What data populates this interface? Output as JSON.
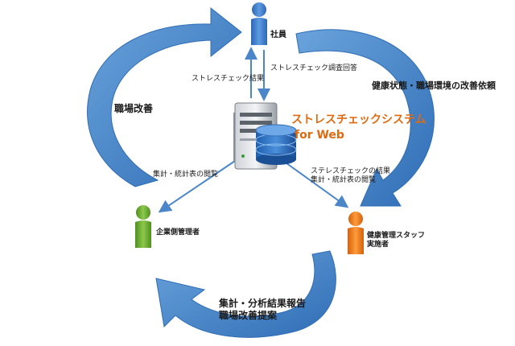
{
  "actors": {
    "employee": "社員",
    "company_manager": "企業側管理者",
    "health_staff_line1": "健康管理スタッフ",
    "health_staff_line2": "実施者"
  },
  "system": {
    "title_line1": "ストレスチェックシステム",
    "title_line2": "for Web"
  },
  "flows": {
    "to_employee": "ストレスチェック結果",
    "from_employee": "ストレスチェック調査回答",
    "to_company": "集計・統計表の閲覧",
    "to_health_line1": "ステレスチェックの結果",
    "to_health_line2": "集計・統計表の閲覧"
  },
  "cycle": {
    "workplace_improvement": "職場改善",
    "health_request": "健康状態・職場環境の改善依頼",
    "report_line1": "集計・分析結果報告",
    "report_line2": "職場改善提案"
  },
  "colors": {
    "employee": "#3a78c9",
    "company_manager": "#6aab2e",
    "health_staff": "#f07a18",
    "cycle_arrow": "#4a86c8",
    "system_title": "#e06a10"
  }
}
